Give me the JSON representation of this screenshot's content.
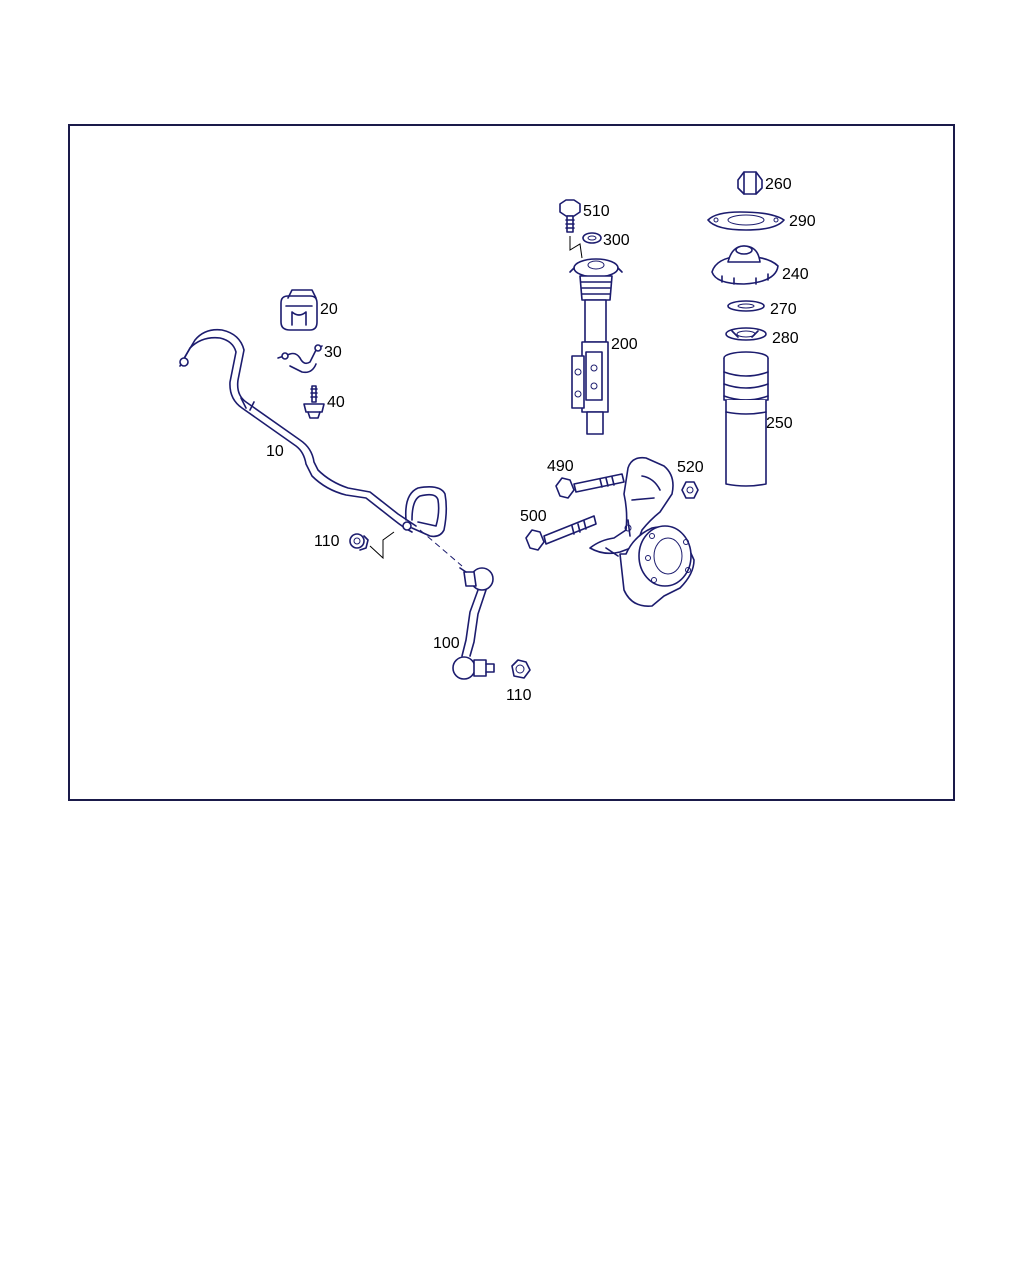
{
  "colors": {
    "line": "#1c1c6e",
    "frame": "#1a1a4a",
    "text": "#000000",
    "background": "#ffffff"
  },
  "labels": {
    "p10": "10",
    "p20": "20",
    "p30": "30",
    "p40": "40",
    "p100": "100",
    "p110_a": "110",
    "p110_b": "110",
    "p200": "200",
    "p240": "240",
    "p250": "250",
    "p260": "260",
    "p270": "270",
    "p280": "280",
    "p290": "290",
    "p300": "300",
    "p490": "490",
    "p500": "500",
    "p510": "510",
    "p520": "520"
  }
}
